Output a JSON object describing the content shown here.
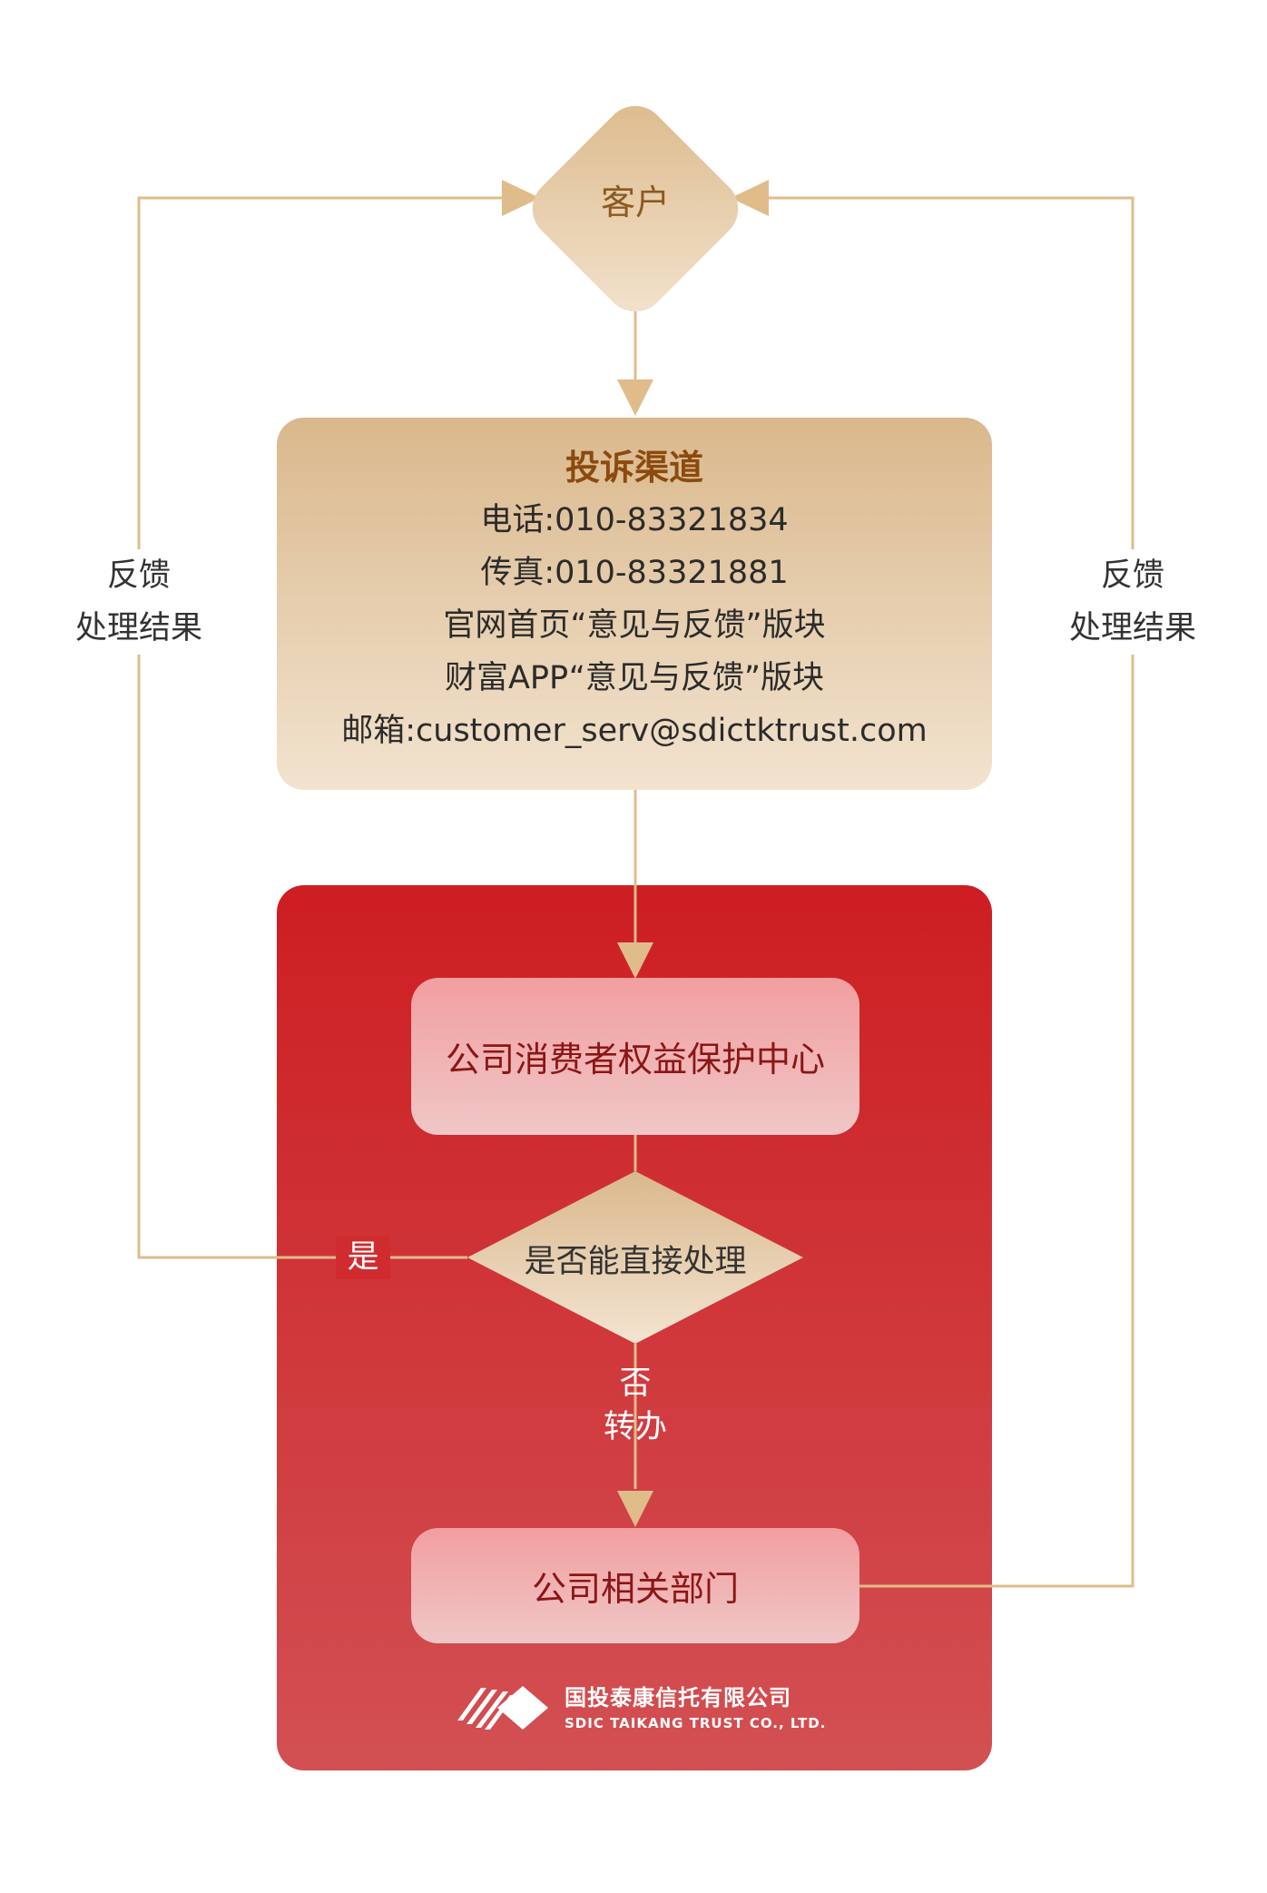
{
  "customer": {
    "label": "客户"
  },
  "channel": {
    "title": "投诉渠道",
    "lines": [
      "电话:010-83321834",
      "传真:010-83321881",
      "官网首页“意见与反馈”版块",
      "财富APP“意见与反馈”版块",
      "邮箱:customer_serv@sdictktrust.com"
    ]
  },
  "center": {
    "label": "公司消费者权益保护中心"
  },
  "decision": {
    "label": "是否能直接处理",
    "yes": "是",
    "no": "否",
    "transfer": "转办"
  },
  "department": {
    "label": "公司相关部门"
  },
  "feedback": {
    "line1": "反馈",
    "line2": "处理结果"
  },
  "logo": {
    "cn": "国投泰康信托有限公司",
    "en": "SDIC TAIKANG TRUST CO., LTD."
  },
  "colors": {
    "gold": "#dfbc8a",
    "red": "#cd1e22",
    "pink": "#f29ea0",
    "title_brown": "#8b4a0e"
  }
}
